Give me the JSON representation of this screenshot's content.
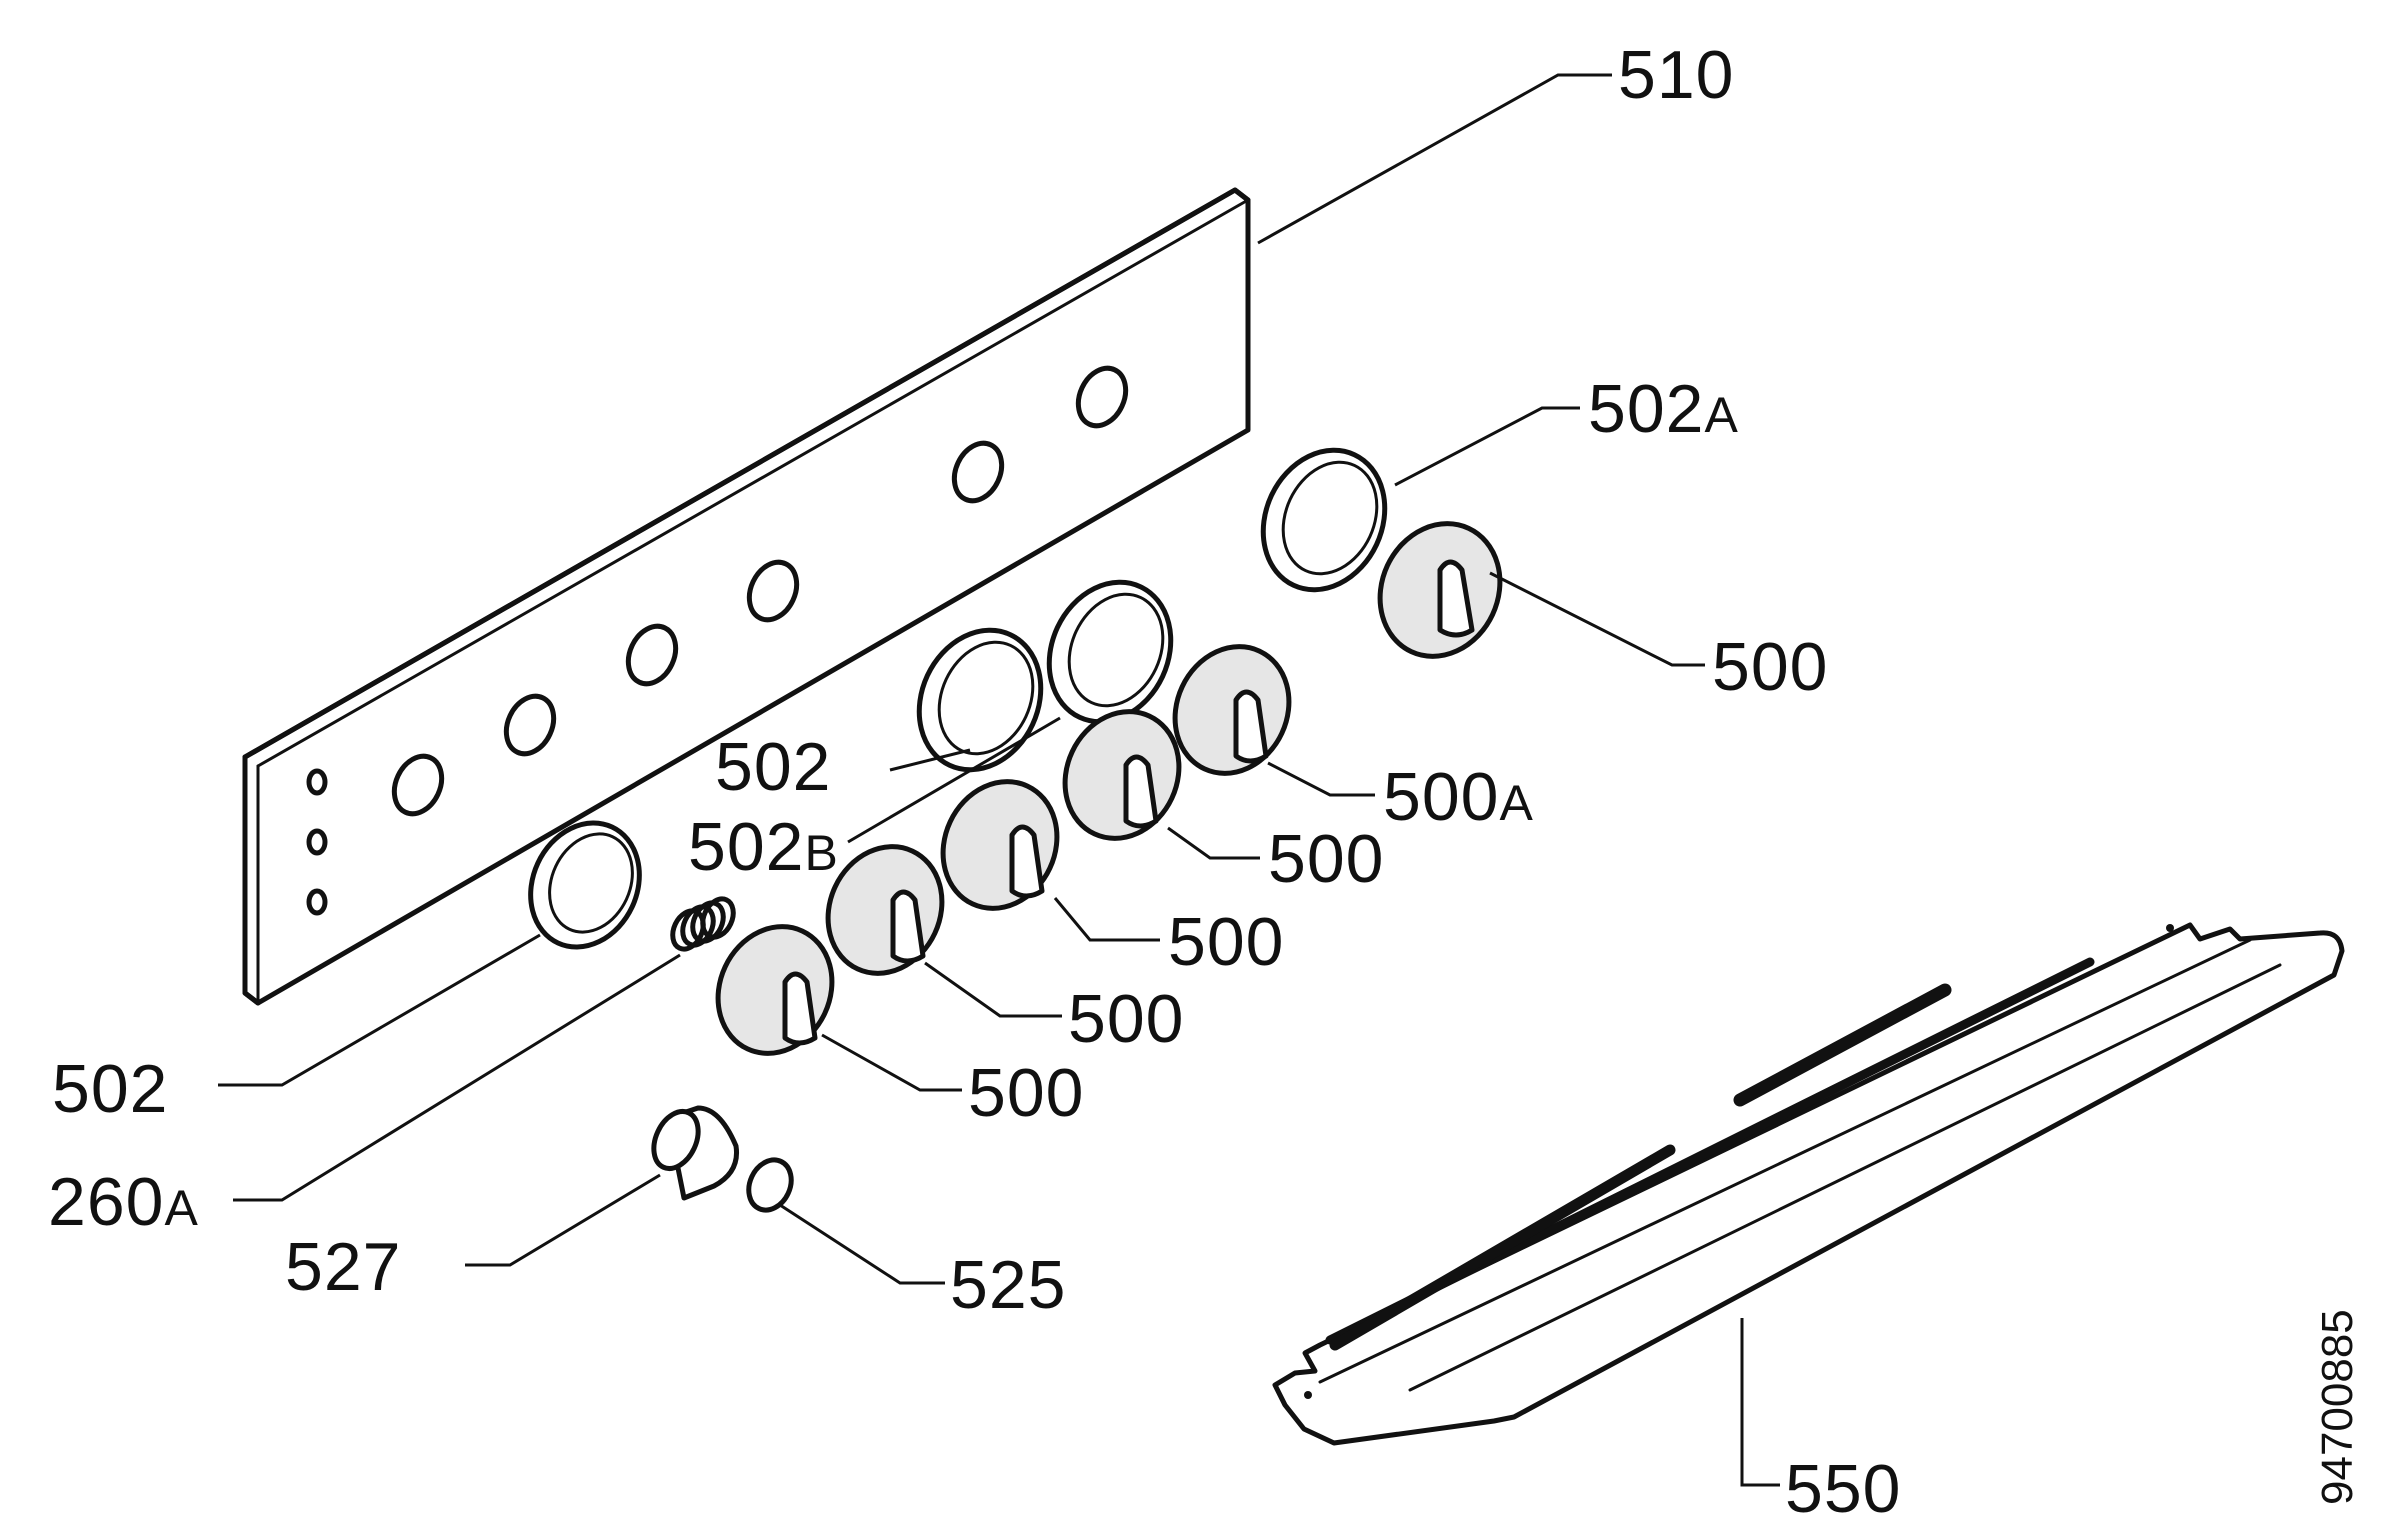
{
  "diagram": {
    "drawing_number": "94700885",
    "labels": {
      "l510": {
        "main": "510",
        "suffix": ""
      },
      "l502a": {
        "main": "502",
        "suffix": "A"
      },
      "l500_top": {
        "main": "500",
        "suffix": ""
      },
      "l502_mid": {
        "main": "502",
        "suffix": ""
      },
      "l500a": {
        "main": "500",
        "suffix": "A"
      },
      "l502b": {
        "main": "502",
        "suffix": "B"
      },
      "l500_2": {
        "main": "500",
        "suffix": ""
      },
      "l500_3": {
        "main": "500",
        "suffix": ""
      },
      "l500_4": {
        "main": "500",
        "suffix": ""
      },
      "l500_5": {
        "main": "500",
        "suffix": ""
      },
      "l502_left": {
        "main": "502",
        "suffix": ""
      },
      "l260a": {
        "main": "260",
        "suffix": "A"
      },
      "l527": {
        "main": "527",
        "suffix": ""
      },
      "l525": {
        "main": "525",
        "suffix": ""
      },
      "l550": {
        "main": "550",
        "suffix": ""
      }
    }
  }
}
